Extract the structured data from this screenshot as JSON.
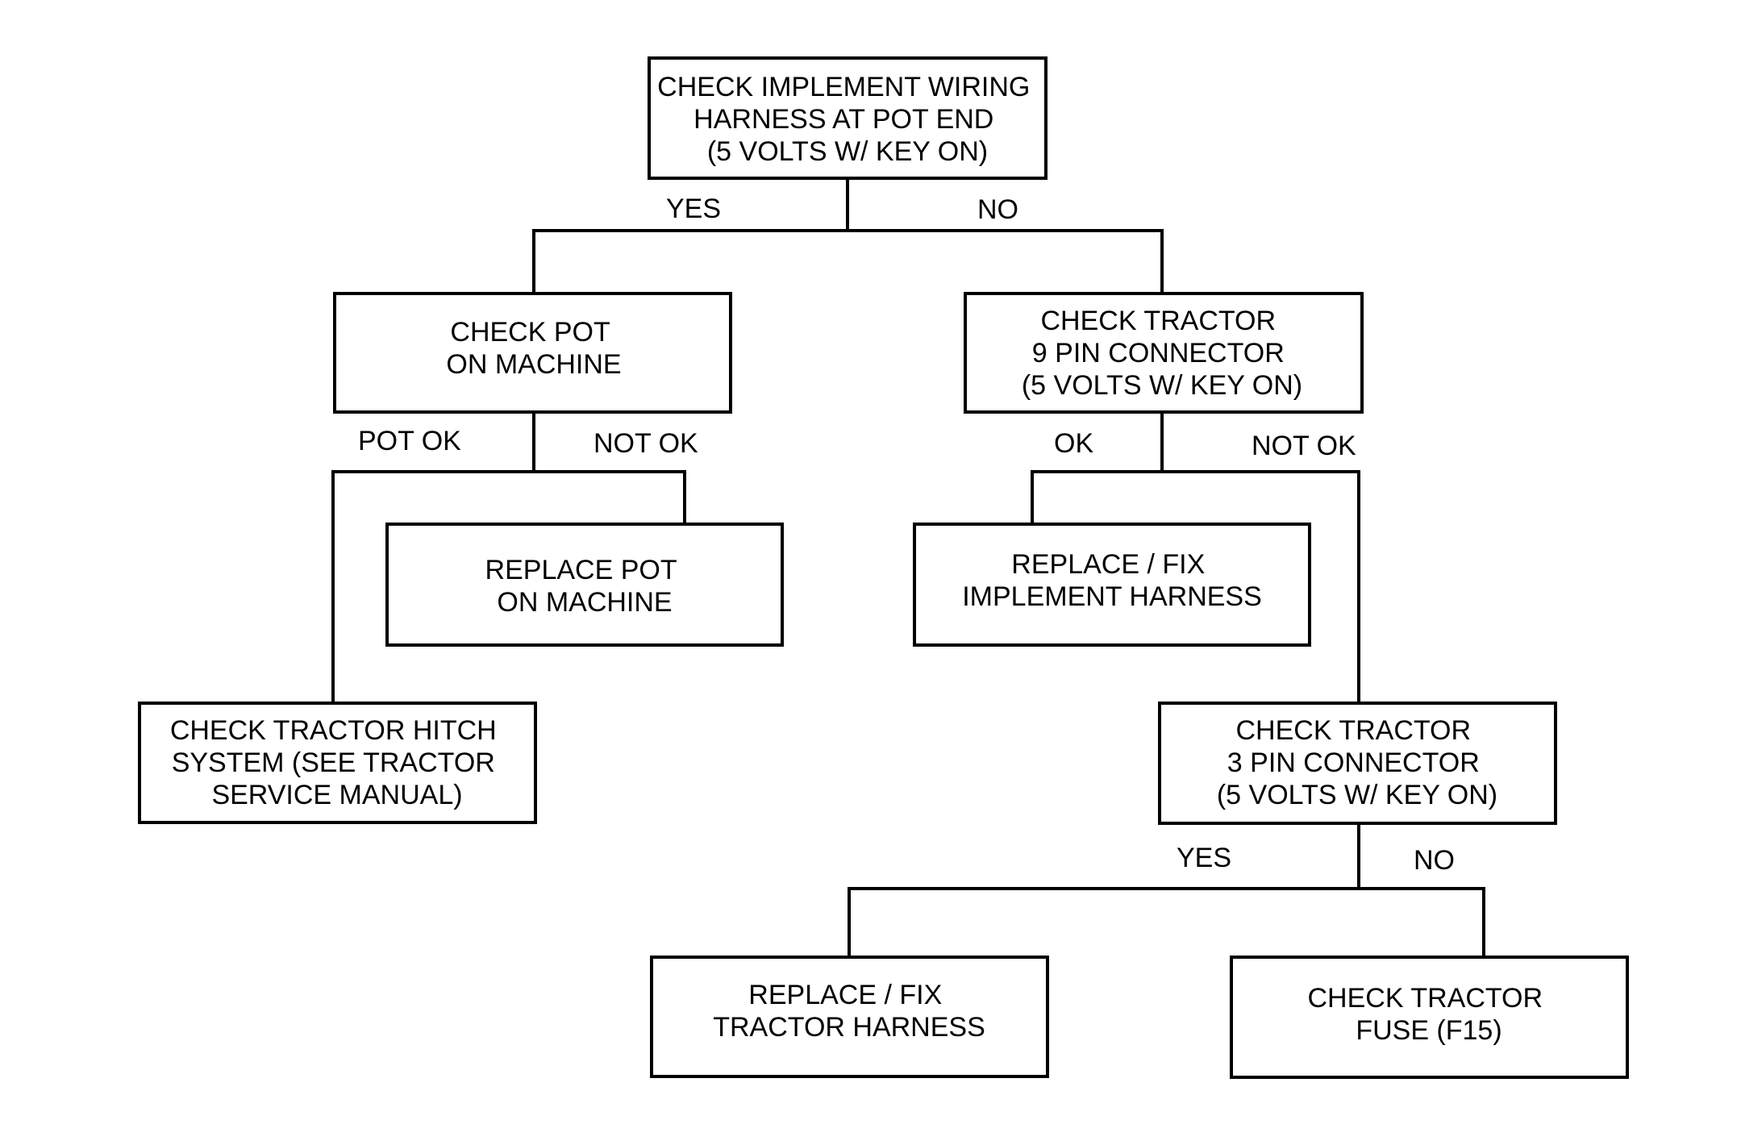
{
  "nodes": {
    "check_implement_harness": {
      "lines": [
        "CHECK IMPLEMENT WIRING",
        "HARNESS AT POT END",
        "(5 VOLTS W/ KEY ON)"
      ]
    },
    "check_pot": {
      "lines": [
        "CHECK POT",
        "ON MACHINE"
      ]
    },
    "check_9pin": {
      "lines": [
        "CHECK TRACTOR",
        "9 PIN CONNECTOR",
        "(5 VOLTS W/ KEY ON)"
      ]
    },
    "replace_pot": {
      "lines": [
        "REPLACE POT",
        "ON MACHINE"
      ]
    },
    "replace_implement_harness": {
      "lines": [
        "REPLACE / FIX",
        "IMPLEMENT HARNESS"
      ]
    },
    "check_hitch": {
      "lines": [
        "CHECK TRACTOR HITCH",
        "SYSTEM (SEE TRACTOR",
        "SERVICE MANUAL)"
      ]
    },
    "check_3pin": {
      "lines": [
        "CHECK TRACTOR",
        "3 PIN CONNECTOR",
        "(5 VOLTS W/ KEY ON)"
      ]
    },
    "replace_tractor_harness": {
      "lines": [
        "REPLACE / FIX",
        "TRACTOR HARNESS"
      ]
    },
    "check_fuse": {
      "lines": [
        "CHECK TRACTOR",
        "FUSE (F15)"
      ]
    }
  },
  "branch_labels": {
    "harness_yes": "YES",
    "harness_no": "NO",
    "pot_ok": "POT OK",
    "pot_not_ok": "NOT OK",
    "nine_pin_ok": "OK",
    "nine_pin_not_ok": "NOT OK",
    "three_pin_yes": "YES",
    "three_pin_no": "NO"
  }
}
